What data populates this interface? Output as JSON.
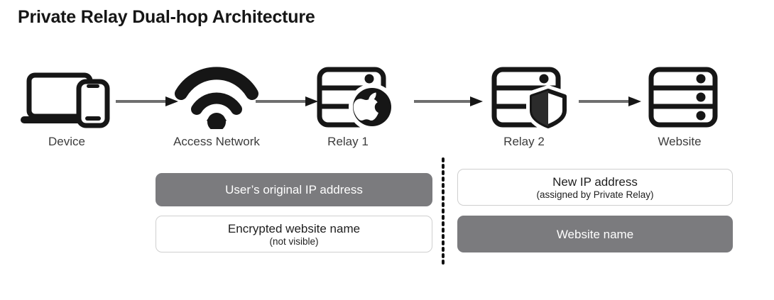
{
  "title": "Private Relay Dual-hop Architecture",
  "colors": {
    "filled_box_bg": "#7b7b7e",
    "outline_box_border": "#cfcfcf",
    "label_text": "#3c3c3c",
    "icon_stroke": "#161616",
    "arrow_line": "#6e6e6e",
    "divider_dot": "#111111"
  },
  "nodes": [
    {
      "id": "device",
      "label": "Device",
      "icon": "laptop-phone-icon"
    },
    {
      "id": "access-network",
      "label": "Access Network",
      "icon": "wifi-icon"
    },
    {
      "id": "relay-1",
      "label": "Relay 1",
      "icon": "server-apple-icon"
    },
    {
      "id": "relay-2",
      "label": "Relay 2",
      "icon": "server-shield-icon"
    },
    {
      "id": "website",
      "label": "Website",
      "icon": "server-icon"
    }
  ],
  "arrows": [
    {
      "id": "arrow-device-to-access-network",
      "icon": "arrow-right-icon"
    },
    {
      "id": "arrow-access-network-to-relay-1",
      "icon": "arrow-right-icon"
    },
    {
      "id": "arrow-relay-1-to-relay-2",
      "icon": "arrow-right-icon"
    },
    {
      "id": "arrow-relay-2-to-website",
      "icon": "arrow-right-icon"
    }
  ],
  "divider": {
    "icon": "vertical-dotted-divider"
  },
  "info_boxes": {
    "left_top": {
      "style": "filled",
      "main": "User’s original IP address",
      "sub": ""
    },
    "left_bottom": {
      "style": "outline",
      "main": "Encrypted website name",
      "sub": "(not visible)"
    },
    "right_top": {
      "style": "outline",
      "main": "New IP address",
      "sub": "(assigned by Private Relay)"
    },
    "right_bottom": {
      "style": "filled",
      "main": "Website name",
      "sub": ""
    }
  }
}
